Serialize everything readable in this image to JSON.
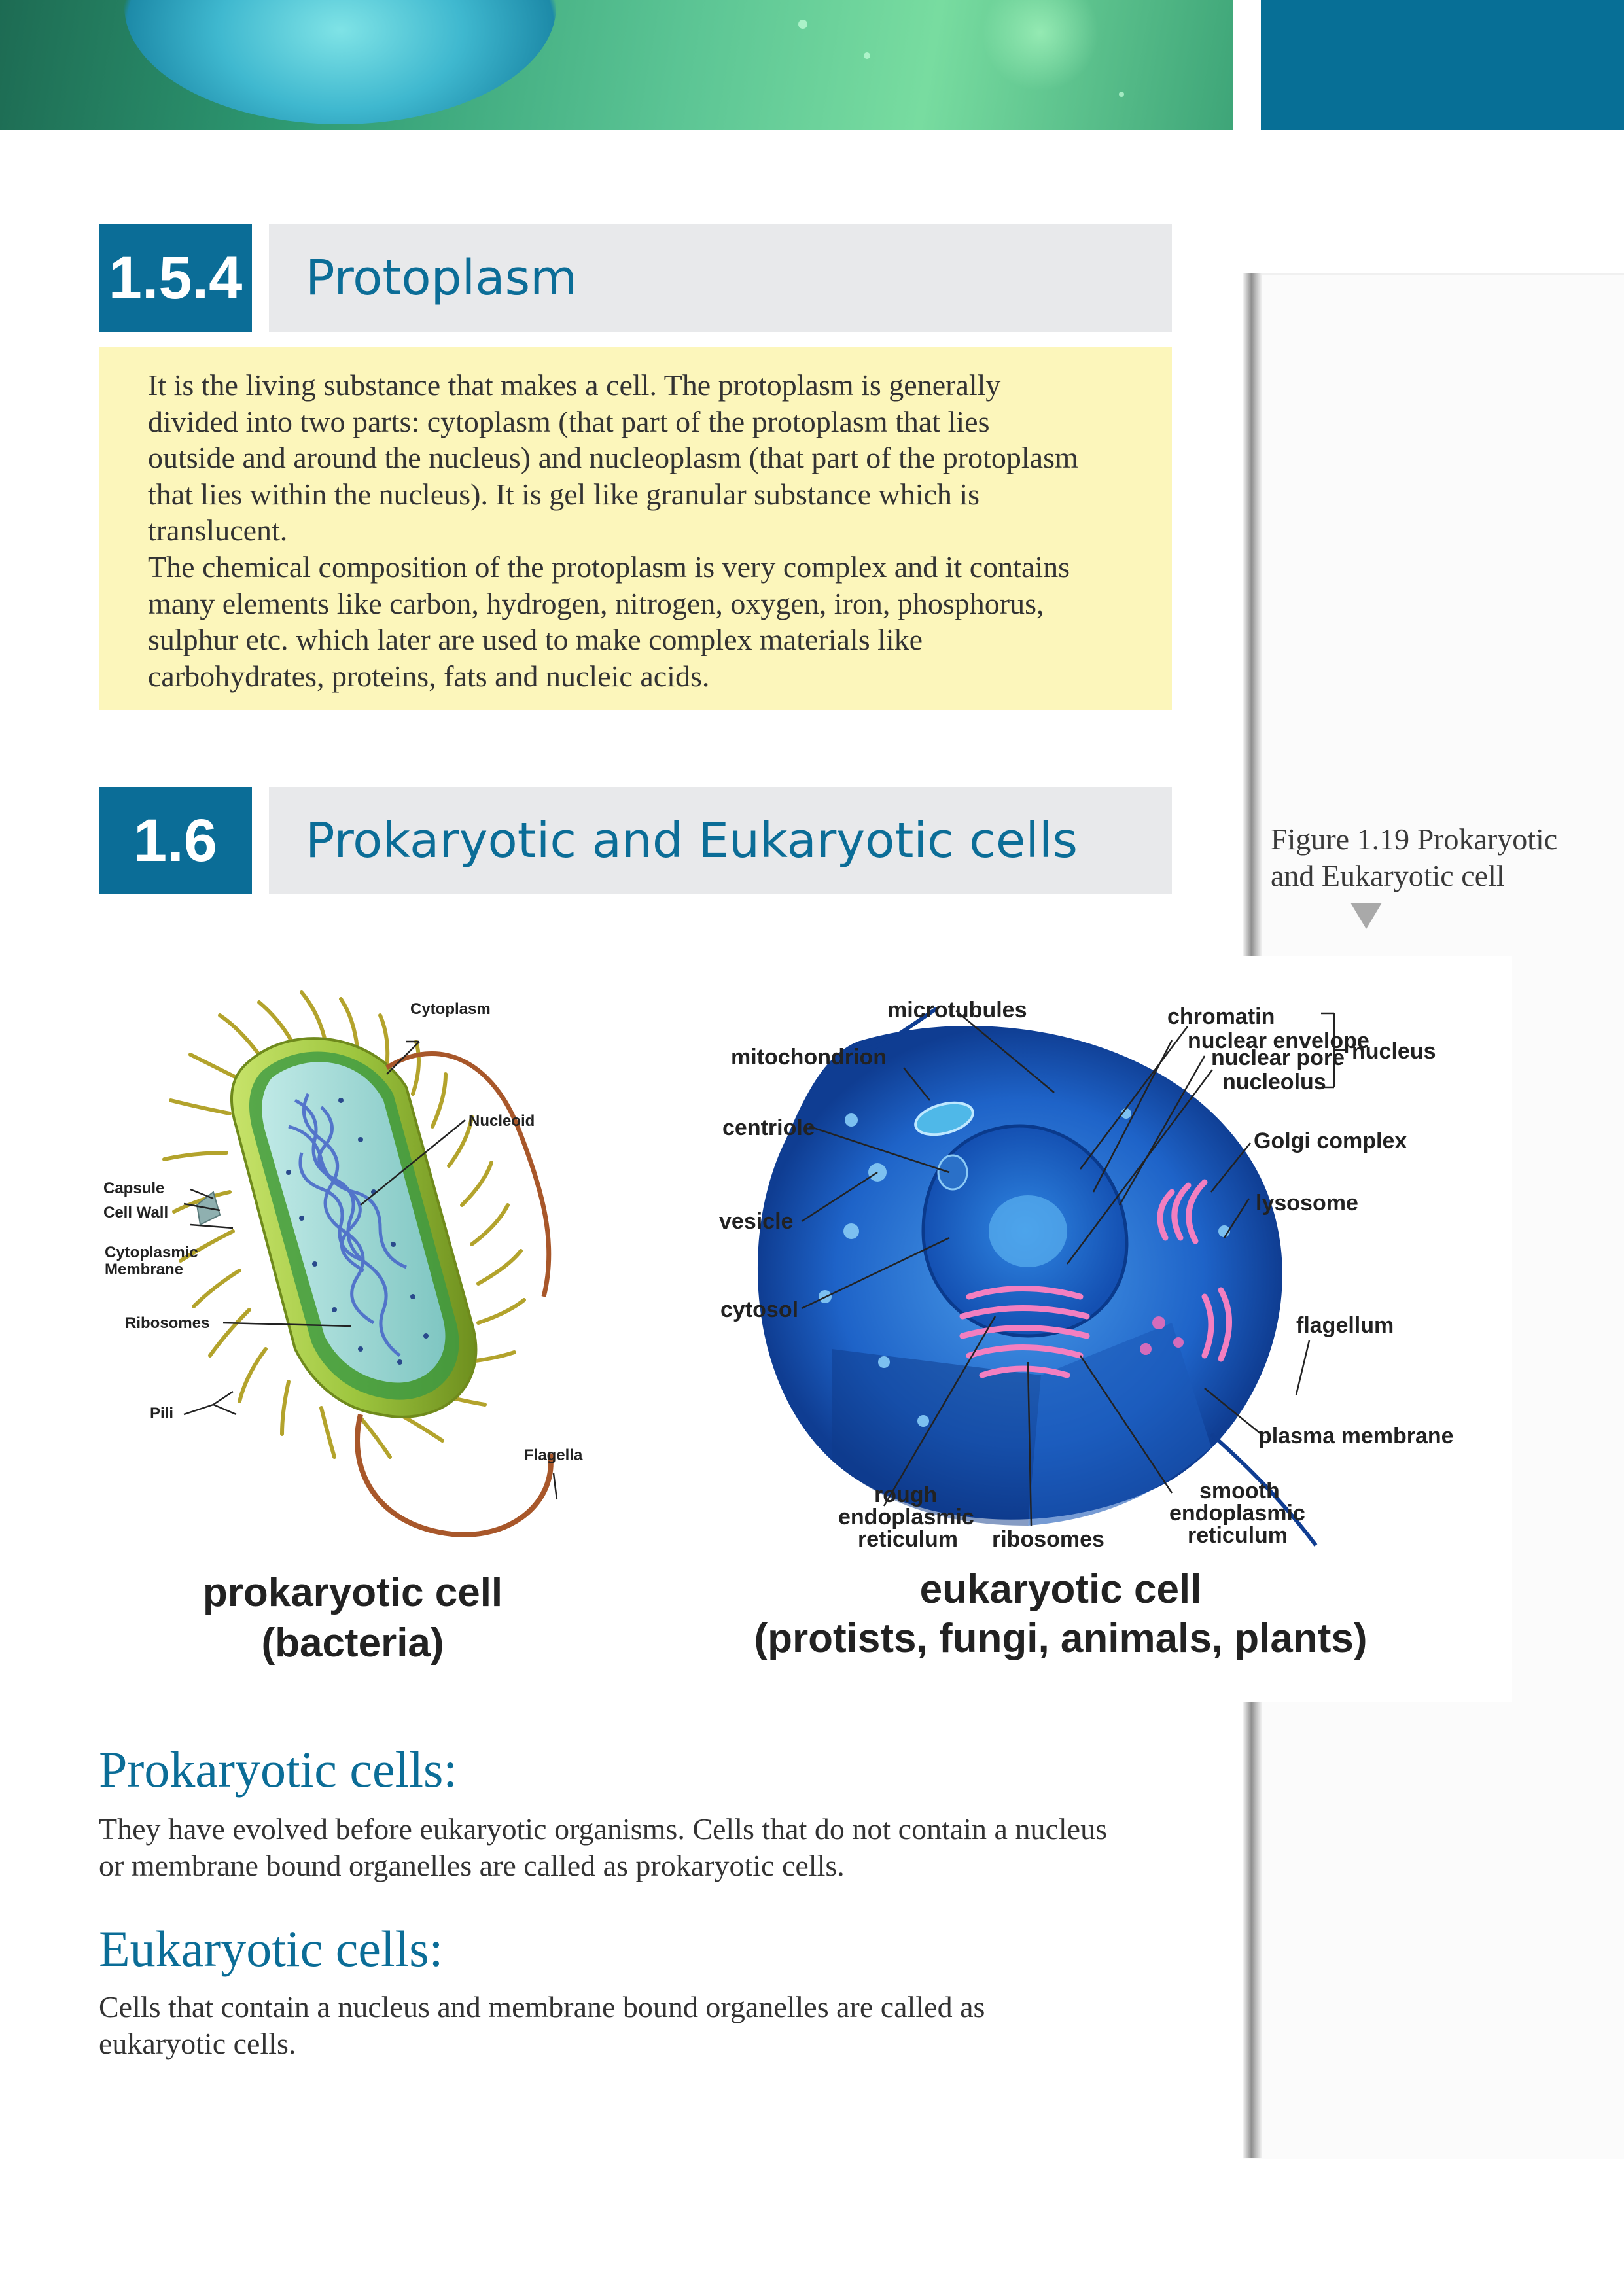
{
  "colors": {
    "accent": "#0b6d97",
    "yellow_box": "#fcf6bb",
    "title_bar": "#e8e9eb",
    "top_block": "#076f96"
  },
  "section_1": {
    "number": "1.5.4",
    "title": "Protoplasm"
  },
  "protoplasm": {
    "para1_lines": [
      "It is the living substance that makes a cell. The protoplasm is generally",
      "divided into two parts: cytoplasm (that part of the protoplasm that lies",
      "outside and around the nucleus) and nucleoplasm (that part of the protoplasm",
      "that lies within the nucleus). It is gel like granular substance which is",
      "translucent."
    ],
    "para2_lines": [
      "The chemical composition of the protoplasm is very complex and it contains",
      "many elements like carbon, hydrogen, nitrogen, oxygen, iron, phosphorus,",
      "sulphur etc. which later are used to make complex materials like",
      "carbohydrates, proteins, fats and nucleic acids."
    ]
  },
  "section_2": {
    "number": "1.6",
    "title": "Prokaryotic and Eukaryotic cells"
  },
  "figure": {
    "caption_lines": [
      "Figure 1.19 Prokaryotic",
      "and Eukaryotic cell"
    ],
    "prokaryote": {
      "labels": {
        "cytoplasm": "Cytoplasm",
        "nucleoid": "Nucleoid",
        "capsule": "Capsule",
        "cell_wall": "Cell Wall",
        "cyto_membrane_1": "Cytoplasmic",
        "cyto_membrane_2": "Membrane",
        "ribosomes": "Ribosomes",
        "pili": "Pili",
        "flagella": "Flagella"
      },
      "title_1": "prokaryotic cell",
      "title_2": "(bacteria)"
    },
    "eukaryote": {
      "labels": {
        "microtubules": "microtubules",
        "mitochondrion": "mitochondrion",
        "centriole": "centriole",
        "vesicle": "vesicle",
        "cytosol": "cytosol",
        "chromatin": "chromatin",
        "nuclear_envelope": "nuclear envelope",
        "nuclear_pore": "nuclear pore",
        "nucleolus": "nucleolus",
        "nucleus": "nucleus",
        "golgi": "Golgi complex",
        "lysosome": "lysosome",
        "flagellum": "flagellum",
        "plasma_membrane": "plasma membrane",
        "rough_1": "rough",
        "rough_2": "endoplasmic",
        "rough_3": "reticulum",
        "ribosomes": "ribosomes",
        "smooth_1": "smooth",
        "smooth_2": "endoplasmic",
        "smooth_3": "reticulum"
      },
      "title_1": "eukaryotic cell",
      "title_2": "(protists, fungi, animals, plants)"
    }
  },
  "prokaryotic": {
    "heading": "Prokaryotic cells:",
    "lines": [
      "They have evolved before eukaryotic organisms. Cells that do not contain a nucleus",
      "or membrane bound organelles are called as prokaryotic cells."
    ]
  },
  "eukaryotic": {
    "heading": "Eukaryotic cells:",
    "lines": [
      "Cells that contain a nucleus and membrane bound organelles are called as",
      "eukaryotic cells."
    ]
  }
}
